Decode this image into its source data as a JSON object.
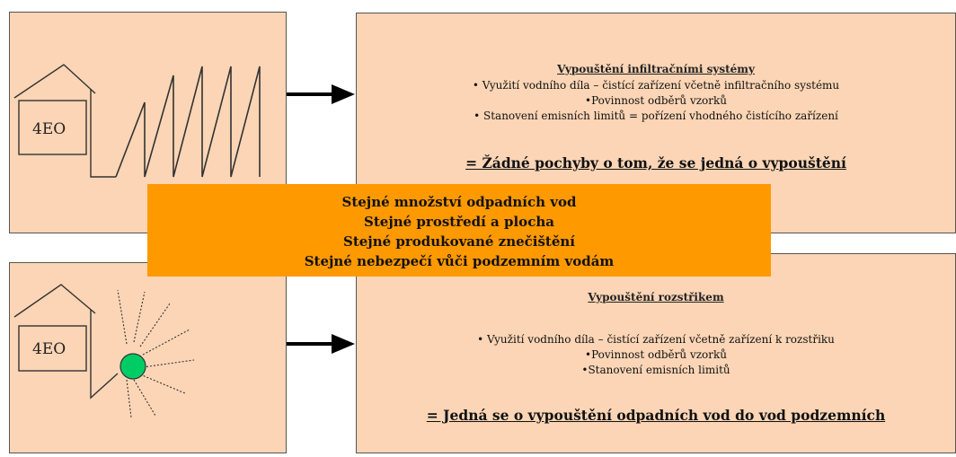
{
  "top_panel": {
    "label": "4EO",
    "title": "Vypouštění infiltračními systémy",
    "bullets": [
      "• Využití vodního díla – čistící zařízení včetně infiltračního systému",
      "•Povinnost odběrů vzorků",
      "• Stanovení emisních limitů = pořízení vhodného čistícího zařízení"
    ],
    "conclusion": "= Žádné pochyby o tom, že se jedná o vypouštění"
  },
  "bottom_panel": {
    "label": "4EO",
    "title": "Vypouštění rozstřikem",
    "bullets": [
      "• Využití vodního díla – čistící zařízení včetně zařízení k rozstřiku",
      "•Povinnost odběrů vzorků",
      "•Stanovení emisních limitů"
    ],
    "conclusion": "= Jedná se o vypouštění odpadních vod do vod podzemních"
  },
  "center": {
    "lines": [
      "Stejné množství odpadních vod",
      "Stejné prostředí a plocha",
      "Stejné produkované znečištění",
      "Stejné nebezpečí vůči podzemním vodám"
    ]
  },
  "colors": {
    "panel": "#fbd5b5",
    "center": "#ff9900",
    "sprinkler": "#00cc66"
  }
}
